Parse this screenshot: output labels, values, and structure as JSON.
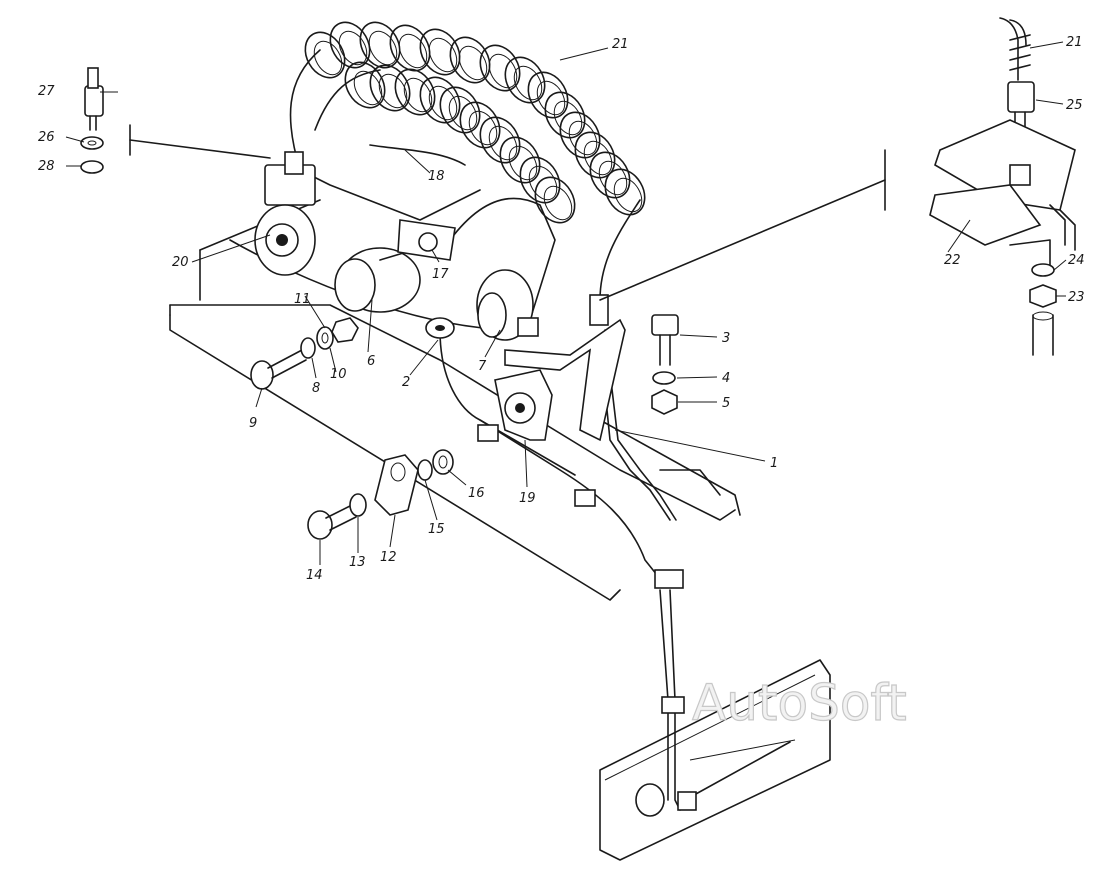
{
  "watermark": "AutoSoft",
  "callouts": [
    "1",
    "2",
    "3",
    "4",
    "5",
    "6",
    "7",
    "8",
    "9",
    "10",
    "11",
    "12",
    "13",
    "14",
    "15",
    "16",
    "17",
    "18",
    "19",
    "20",
    "21",
    "22",
    "23",
    "24",
    "25",
    "26",
    "27",
    "28"
  ],
  "detail_views": {
    "left_callouts": [
      "27",
      "26",
      "28"
    ],
    "right_callouts": [
      "21",
      "25",
      "22",
      "24",
      "23"
    ]
  }
}
